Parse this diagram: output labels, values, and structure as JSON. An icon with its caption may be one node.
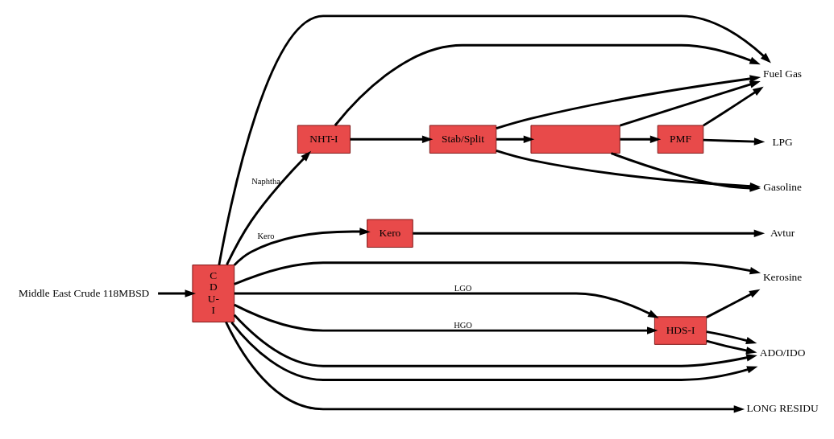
{
  "diagram": {
    "nodes": [
      {
        "text": [
          "C D U- I"
        ]
      },
      {
        "text": [
          "Middle East Crude 118MBSD"
        ]
      },
      {
        "text": [
          "NHT-I"
        ]
      },
      {
        "text": [
          "Stab/Split"
        ]
      },
      {
        "text": [],
        "shape": "box"
      },
      {
        "text": [
          "PMF"
        ]
      },
      {
        "text": [
          "Kero"
        ]
      },
      {
        "text": [
          "HDS-I"
        ]
      },
      {
        "text": [
          "Fuel Gas"
        ]
      },
      {
        "text": [
          "LPG"
        ]
      },
      {
        "text": [
          "Gasoline"
        ]
      },
      {
        "text": [
          "Avtur"
        ]
      },
      {
        "text": [
          "Kerosine"
        ]
      },
      {
        "text": [
          "ADO/IDO"
        ]
      },
      {
        "text": [
          "LONG RESIDU"
        ]
      }
    ],
    "edges": [
      {
        "from": 1,
        "to": 0,
        "arrow": "to"
      },
      {
        "from": 0,
        "to": 8,
        "arrow": "to"
      },
      {
        "from": 0,
        "to": 2,
        "arrow": "to",
        "label": "Naphtha"
      },
      {
        "from": 2,
        "to": 8,
        "arrow": "to"
      },
      {
        "from": 2,
        "to": 3,
        "arrow": "to"
      },
      {
        "from": 3,
        "to": 8,
        "arrow": "to"
      },
      {
        "from": 3,
        "to": 10,
        "arrow": "to"
      },
      {
        "from": 3,
        "to": 4,
        "arrow": "to"
      },
      {
        "from": 4,
        "to": 8,
        "arrow": "to"
      },
      {
        "from": 4,
        "to": 5,
        "arrow": "to"
      },
      {
        "from": 5,
        "to": 8,
        "arrow": "to"
      },
      {
        "from": 5,
        "to": 9,
        "arrow": "to"
      },
      {
        "from": 4,
        "to": 10,
        "arrow": "to"
      },
      {
        "from": 0,
        "to": 6,
        "arrow": "to",
        "label": "Kero"
      },
      {
        "from": 6,
        "to": 11,
        "arrow": "to"
      },
      {
        "from": 0,
        "to": 12,
        "arrow": "to"
      },
      {
        "from": 0,
        "to": 7,
        "arrow": "to",
        "label": "LGO"
      },
      {
        "from": 0,
        "to": 7,
        "arrow": "to",
        "label": "HGO"
      },
      {
        "from": 7,
        "to": 12,
        "arrow": "to"
      },
      {
        "from": 7,
        "to": 13,
        "arrow": "to"
      },
      {
        "from": 7,
        "to": 13,
        "arrow": "to"
      },
      {
        "from": 0,
        "to": 13,
        "arrow": "to"
      },
      {
        "from": 0,
        "to": 13,
        "arrow": "to"
      },
      {
        "from": 0,
        "to": 14,
        "arrow": "to"
      }
    ]
  }
}
